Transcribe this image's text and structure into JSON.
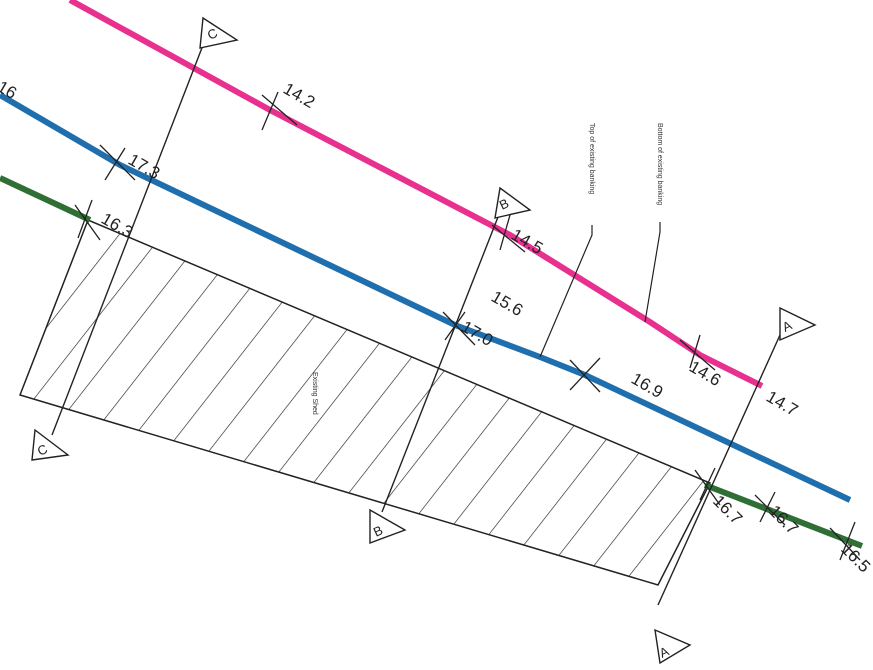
{
  "colors": {
    "bottom_banking": "#e8308f",
    "top_banking": "#1f6fae",
    "ground": "#2f6f35",
    "ink": "#222222"
  },
  "sections": {
    "a": "A",
    "b": "B",
    "c": "C"
  },
  "notes": {
    "top": "Top of existing banking",
    "bottom": "Bottom of existing banking",
    "shed": "Existing Shed"
  },
  "levels": {
    "edge": "16",
    "pink1": "14.2",
    "pink2": "14.5",
    "pink3": "14.6",
    "pink4": "14.7",
    "blue1": "17.3",
    "blue2": "17.0",
    "blue3": "16.9",
    "mid": "15.6",
    "green1": "16.3",
    "green2": "16.7",
    "green3": "16.7",
    "green4": "16.5"
  }
}
